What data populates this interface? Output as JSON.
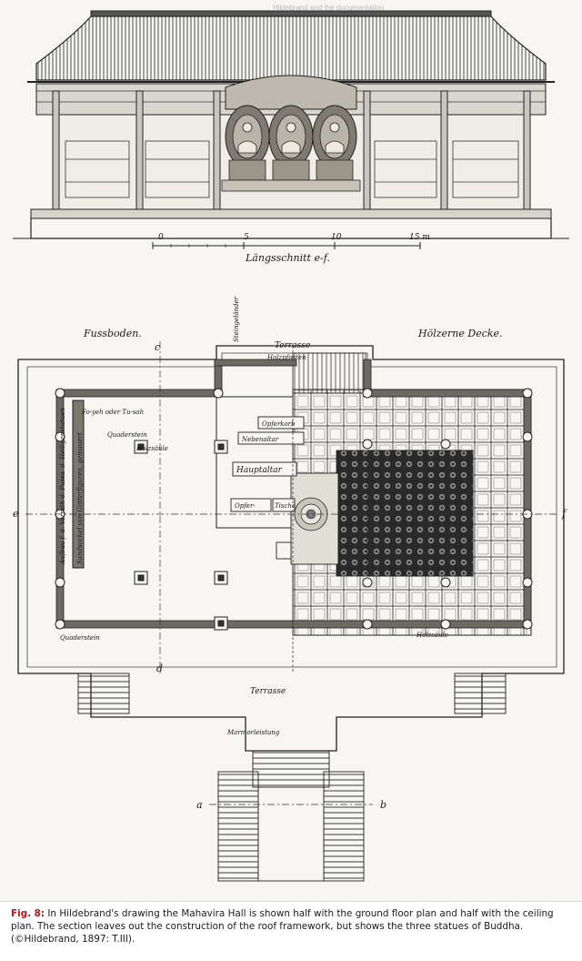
{
  "section": {
    "title": "Längsschnitt e-f.",
    "scale_labels": [
      "0",
      "5",
      "10",
      "15 m"
    ]
  },
  "plan": {
    "left_heading": "Fussboden.",
    "right_heading": "Hölzerne Decke.",
    "terrace_top": "Terrasse",
    "terrace_bottom": "Terrasse",
    "labels": {
      "opferkorn": "Opferkorb",
      "nebenaltar": "Nebenaltar",
      "hauptaltar": "Hauptaltar",
      "opfer": "Opfer-",
      "tische": "Tische",
      "fo_yeh": "Fo-yeh oder Tu-sah",
      "quaderstein_top": "Quaderstein",
      "holzsaule_left": "Holzsäule",
      "holzsaule_right": "Holzsäule",
      "quaderstein_bottom": "Quaderstein",
      "marmor": "Marmorleistung",
      "holzpfosten": "Holzpfosten",
      "steingelander": "Steingeländer",
      "aufbau": "Aufbau f. d. Vorrath d. Pussa. d. Heiligenstatuen",
      "sandsockel": "Sandsockel von Götterfiguren, gemauert"
    },
    "axis_letters": {
      "c": "c",
      "d": "d",
      "e": "e",
      "f": "f",
      "a": "a",
      "b": "b"
    }
  },
  "caption": {
    "label": "Fig. 8:",
    "text": " In Hildebrand's drawing the Mahavira Hall is shown half with the ground floor plan and half with the ceiling plan. The section leaves out the construction of the roof framework, but shows the three statues of Buddha. (©Hildebrand, 1897: T.III)."
  }
}
